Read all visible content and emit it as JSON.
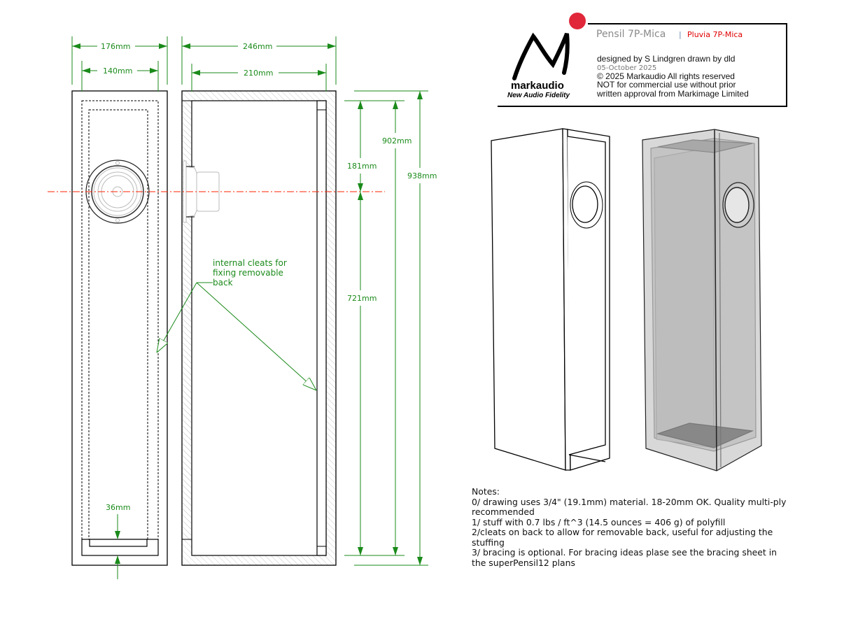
{
  "dimensions": {
    "front_outer_width": "176mm",
    "front_inner_width": "140mm",
    "side_outer_depth": "246mm",
    "side_inner_depth": "210mm",
    "inner_height": "902mm",
    "outer_height": "938mm",
    "driver_center_from_top": "181mm",
    "driver_center_to_bottom": "721mm",
    "cleat_height": "36mm"
  },
  "annotation": {
    "line1": "internal cleats for",
    "line2": "fixing removable",
    "line3": "back"
  },
  "title_block": {
    "logo_brand": "markaudio",
    "logo_tagline": "New Audio Fidelity",
    "model": "Pensil 7P-Mica",
    "separator": "|",
    "variant": "Pluvia 7P-Mica",
    "designer": "designed by S Lindgren drawn by dld",
    "date": "05-October 2025",
    "copyright": "© 2025 Markaudio All rights reserved",
    "license_line1": "NOT for commercial use without prior",
    "license_line2": "written approval from Markimage Limited"
  },
  "notes": {
    "heading": "Notes:",
    "items": [
      "0/ drawing uses 3/4\" (19.1mm) material. 18-20mm OK.  Quality multi-ply recommended",
      "1/ stuff with 0.7 lbs / ft^3 (14.5 ounces = 406 g) of polyfill",
      "2/cleats on back to allow for removable back, useful for adjusting the stuffing",
      "3/ bracing is optional. For bracing ideas plase see the bracing sheet in the superPensil12 plans"
    ]
  },
  "colors": {
    "dimension": "#1a8a1a",
    "centerline": "#ff2200",
    "variant": "#e00000",
    "logo_dot": "#e0283a",
    "model": "#8a8a8a"
  }
}
